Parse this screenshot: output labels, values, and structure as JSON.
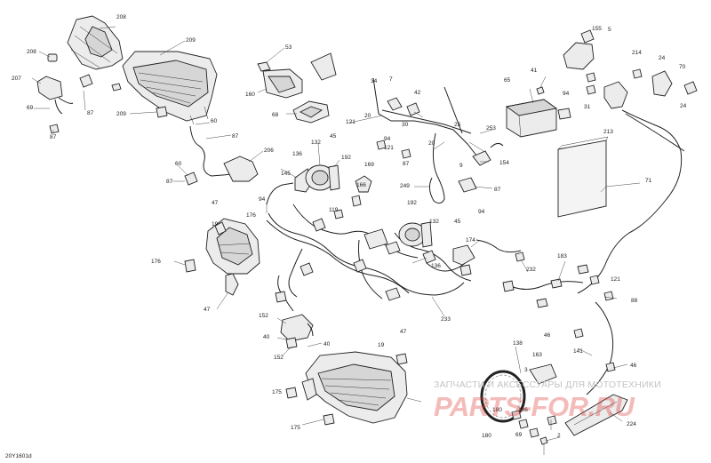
{
  "diagram_code": "20Y1601d",
  "watermark_text": "ЗАПЧАСТИ И АКСЕССУАРЫ ДЛЯ МОТОТЕХНИКИ",
  "watermark_brand": "PARTS-FOR.RU",
  "callouts": [
    "208",
    "209",
    "208",
    "207",
    "87",
    "209",
    "69",
    "87",
    "53",
    "160",
    "68",
    "60",
    "87",
    "206",
    "60",
    "87",
    "34",
    "7",
    "20",
    "42",
    "30",
    "121",
    "94",
    "121",
    "87",
    "25",
    "20",
    "253",
    "9",
    "154",
    "249",
    "87",
    "94",
    "65",
    "41",
    "94",
    "155",
    "5",
    "31",
    "214",
    "24",
    "70",
    "24",
    "213",
    "71",
    "136",
    "132",
    "45",
    "192",
    "145",
    "169",
    "166",
    "47",
    "19",
    "176",
    "94",
    "119",
    "176",
    "47",
    "192",
    "132",
    "45",
    "174",
    "136",
    "232",
    "183",
    "233",
    "121",
    "88",
    "152",
    "40",
    "152",
    "40",
    "19",
    "47",
    "138",
    "46",
    "163",
    "3",
    "141",
    "46",
    "175",
    "175",
    "180",
    "186",
    "180",
    "69",
    "2",
    "224"
  ],
  "colors": {
    "watermark": "#c4c4c4",
    "brand": "#e05050"
  }
}
